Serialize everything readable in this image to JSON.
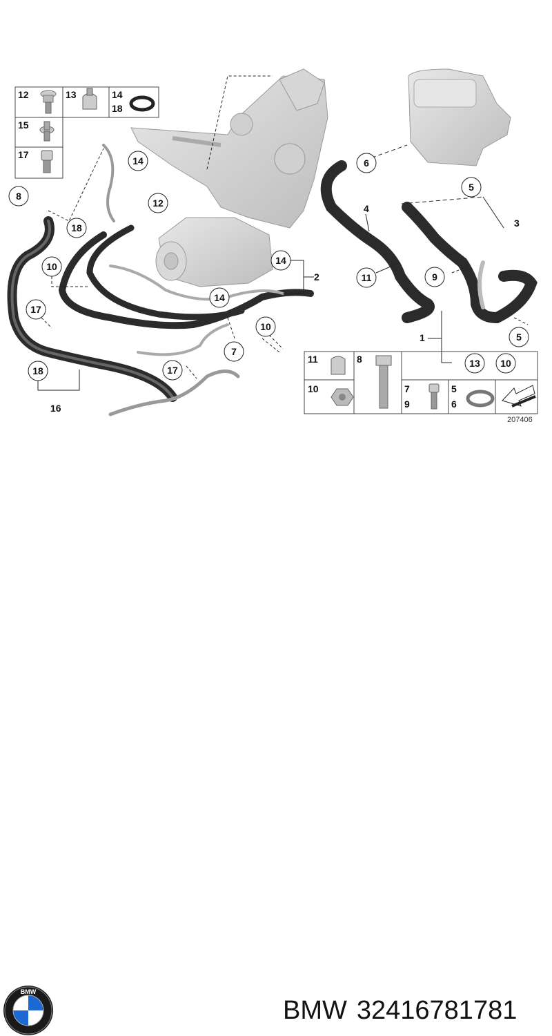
{
  "diagram": {
    "reference_code": "207406",
    "callouts": [
      "1",
      "2",
      "3",
      "4",
      "5",
      "5",
      "6",
      "7",
      "8",
      "9",
      "10",
      "10",
      "10",
      "11",
      "12",
      "13",
      "14",
      "14",
      "14",
      "16",
      "17",
      "17",
      "18",
      "18"
    ],
    "legend_top_left": [
      {
        "labels": [
          "12"
        ]
      },
      {
        "labels": [
          "13"
        ]
      },
      {
        "labels": [
          "14",
          "18"
        ]
      },
      {
        "labels": [
          "15"
        ]
      },
      {
        "labels": [
          "17"
        ]
      }
    ],
    "legend_bottom_right": [
      {
        "labels": [
          "11"
        ]
      },
      {
        "labels": [
          "8"
        ]
      },
      {
        "labels": [
          "10"
        ]
      },
      {
        "labels": [
          "7",
          "9"
        ]
      },
      {
        "labels": [
          "5",
          "6"
        ]
      }
    ]
  },
  "footer": {
    "brand": "BMW",
    "part_number": "32416781781",
    "logo_letters": "BMW"
  }
}
